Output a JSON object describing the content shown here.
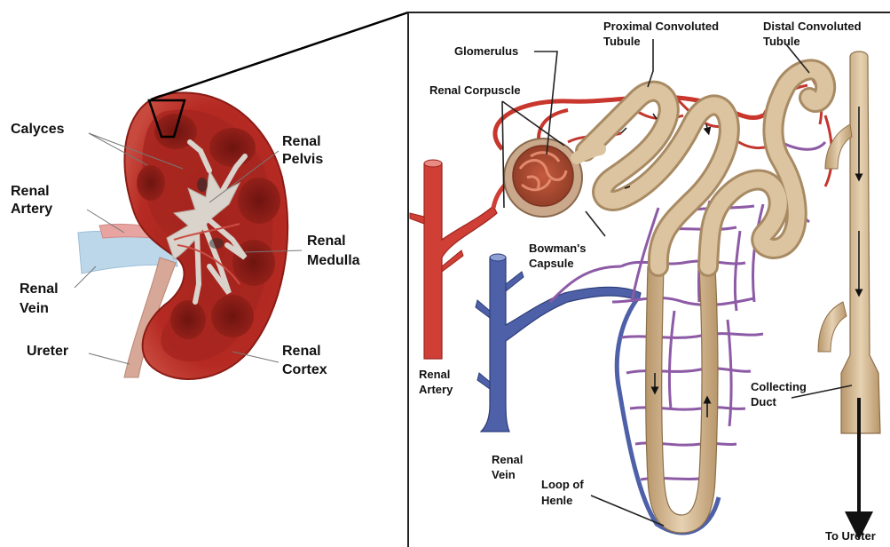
{
  "colors": {
    "kidney_outer": "#b52a22",
    "kidney_inner": "#7e1712",
    "pelvis": "#d9d3cc",
    "artery": "#d0423a",
    "vein": "#4d60a8",
    "tubule": "#d7bd98",
    "tubule_shadow": "#a88a63",
    "capillary_purple": "#8d5aa6",
    "capillary_red": "#c2372e",
    "panel_border": "#222222"
  },
  "kidney_labels": {
    "calyces": "Calyces",
    "renal_pelvis_1": "Renal",
    "renal_pelvis_2": "Pelvis",
    "renal_artery_1": "Renal",
    "renal_artery_2": "Artery",
    "renal_medulla_1": "Renal",
    "renal_medulla_2": "Medulla",
    "renal_vein_1": "Renal",
    "renal_vein_2": "Vein",
    "ureter": "Ureter",
    "renal_cortex_1": "Renal",
    "renal_cortex_2": "Cortex"
  },
  "nephron_labels": {
    "glomerulus": "Glomerulus",
    "renal_corpuscle": "Renal Corpuscle",
    "proximal_1": "Proximal Convoluted",
    "proximal_2": "Tubule",
    "distal_1": "Distal Convoluted",
    "distal_2": "Tubule",
    "bowmans_1": "Bowman's",
    "bowmans_2": "Capsule",
    "renal_artery_1": "Renal",
    "renal_artery_2": "Artery",
    "renal_vein_1": "Renal",
    "renal_vein_2": "Vein",
    "loop_1": "Loop of",
    "loop_2": "Henle",
    "collecting_1": "Collecting",
    "collecting_2": "Duct",
    "to_ureter": "To Ureter"
  }
}
